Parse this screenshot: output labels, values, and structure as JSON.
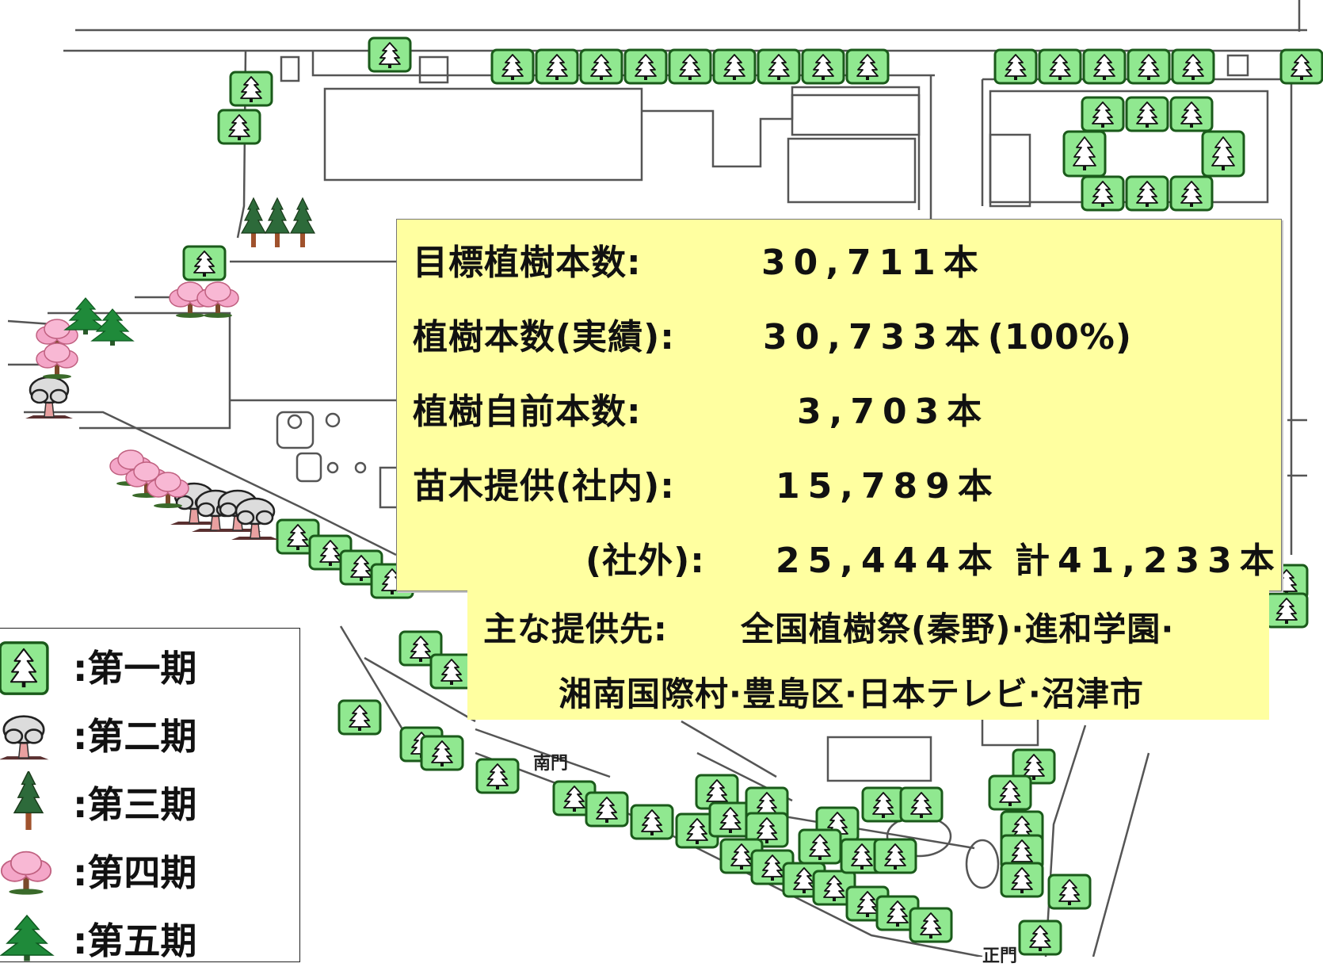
{
  "info": {
    "target_label": "目標植樹本数:",
    "target_value": "30,711本",
    "actual_label": "植樹本数(実績):",
    "actual_value": "30,733本",
    "actual_pct": "(100%)",
    "self_label": "植樹自前本数:",
    "self_value": "3,703本",
    "seedling_label": "苗木提供(社内):",
    "seedling_value": "15,789本",
    "external_label": "(社外):",
    "external_value": "25,444本",
    "total_value": "計41,233本",
    "providers_label": "主な提供先:",
    "providers_line1": "全国植樹祭(秦野)·進和学園·",
    "providers_line2": "湘南国際村·豊島区·日本テレビ·沼津市"
  },
  "legend": [
    {
      "label": ":第一期",
      "icon": "green-tree-box-icon",
      "color": "#90e890"
    },
    {
      "label": ":第二期",
      "icon": "gray-tree-icon",
      "color": "#d8d8d8"
    },
    {
      "label": ":第三期",
      "icon": "cedar-tree-icon",
      "color": "#2d6a3a"
    },
    {
      "label": ":第四期",
      "icon": "cherry-blossom-icon",
      "color": "#f4a6c8"
    },
    {
      "label": ":第五期",
      "icon": "pine-tree-icon",
      "color": "#1f8a3a"
    }
  ],
  "map_labels": {
    "south_gate": "南門",
    "main_gate": "正門"
  }
}
